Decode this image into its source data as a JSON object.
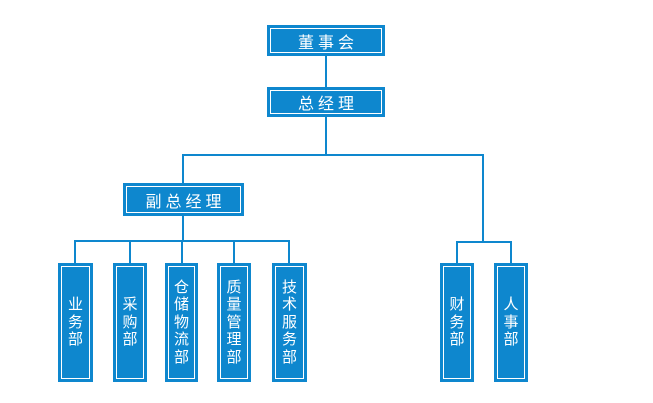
{
  "diagram": {
    "type": "org-chart",
    "colors": {
      "node_fill": "#0e87ce",
      "inner_outline": "#ffffff",
      "connector": "#0e87ce",
      "label_text": "#ffffff",
      "background": "#ffffff"
    },
    "nodes": [
      {
        "id": "board",
        "label": "董事会",
        "level": 0,
        "parent": null,
        "orientation": "horizontal"
      },
      {
        "id": "general-manager",
        "label": "总经理",
        "level": 1,
        "parent": "board",
        "orientation": "horizontal"
      },
      {
        "id": "deputy-general-manager",
        "label": "副总经理",
        "level": 2,
        "parent": "general-manager",
        "orientation": "horizontal"
      },
      {
        "id": "dept-business",
        "label": "业务部",
        "level": 3,
        "parent": "deputy-general-manager",
        "orientation": "vertical"
      },
      {
        "id": "dept-purchasing",
        "label": "采购部",
        "level": 3,
        "parent": "deputy-general-manager",
        "orientation": "vertical"
      },
      {
        "id": "dept-warehouse-logistics",
        "label": "仓储物流部",
        "level": 3,
        "parent": "deputy-general-manager",
        "orientation": "vertical"
      },
      {
        "id": "dept-quality-management",
        "label": "质量管理部",
        "level": 3,
        "parent": "deputy-general-manager",
        "orientation": "vertical"
      },
      {
        "id": "dept-technical-service",
        "label": "技术服务部",
        "level": 3,
        "parent": "deputy-general-manager",
        "orientation": "vertical"
      },
      {
        "id": "dept-finance",
        "label": "财务部",
        "level": 3,
        "parent": "general-manager",
        "orientation": "vertical"
      },
      {
        "id": "dept-hr",
        "label": "人事部",
        "level": 3,
        "parent": "general-manager",
        "orientation": "vertical"
      }
    ]
  }
}
